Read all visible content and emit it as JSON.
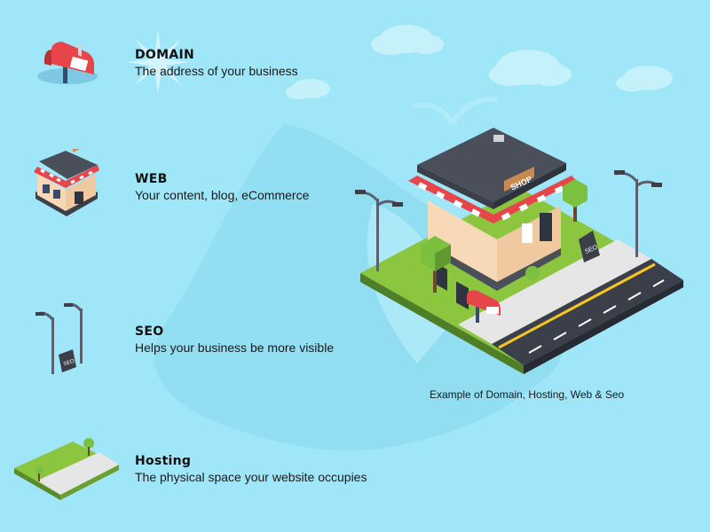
{
  "items": [
    {
      "title": "DOMAIN",
      "desc": "The address of your business",
      "icon": "mailbox-icon"
    },
    {
      "title": "WEB",
      "desc": "Your content, blog, eCommerce",
      "icon": "shop-icon"
    },
    {
      "title": "SEO",
      "desc": "Helps your business be more visible",
      "icon": "street-lamp-icon"
    },
    {
      "title": "Hosting",
      "desc": "The physical space your website occupies",
      "icon": "land-plot-icon"
    }
  ],
  "illustration": {
    "shop_sign": "SHOP",
    "seo_sign": "SEO",
    "caption": "Example of Domain, Hosting, Web & Seo"
  },
  "colors": {
    "background": "#9ee6f8",
    "awning_red": "#e8454b",
    "grass": "#8cc63f",
    "road": "#3a3f4a",
    "roof": "#4a4f5a",
    "wall": "#f7d9b8"
  }
}
